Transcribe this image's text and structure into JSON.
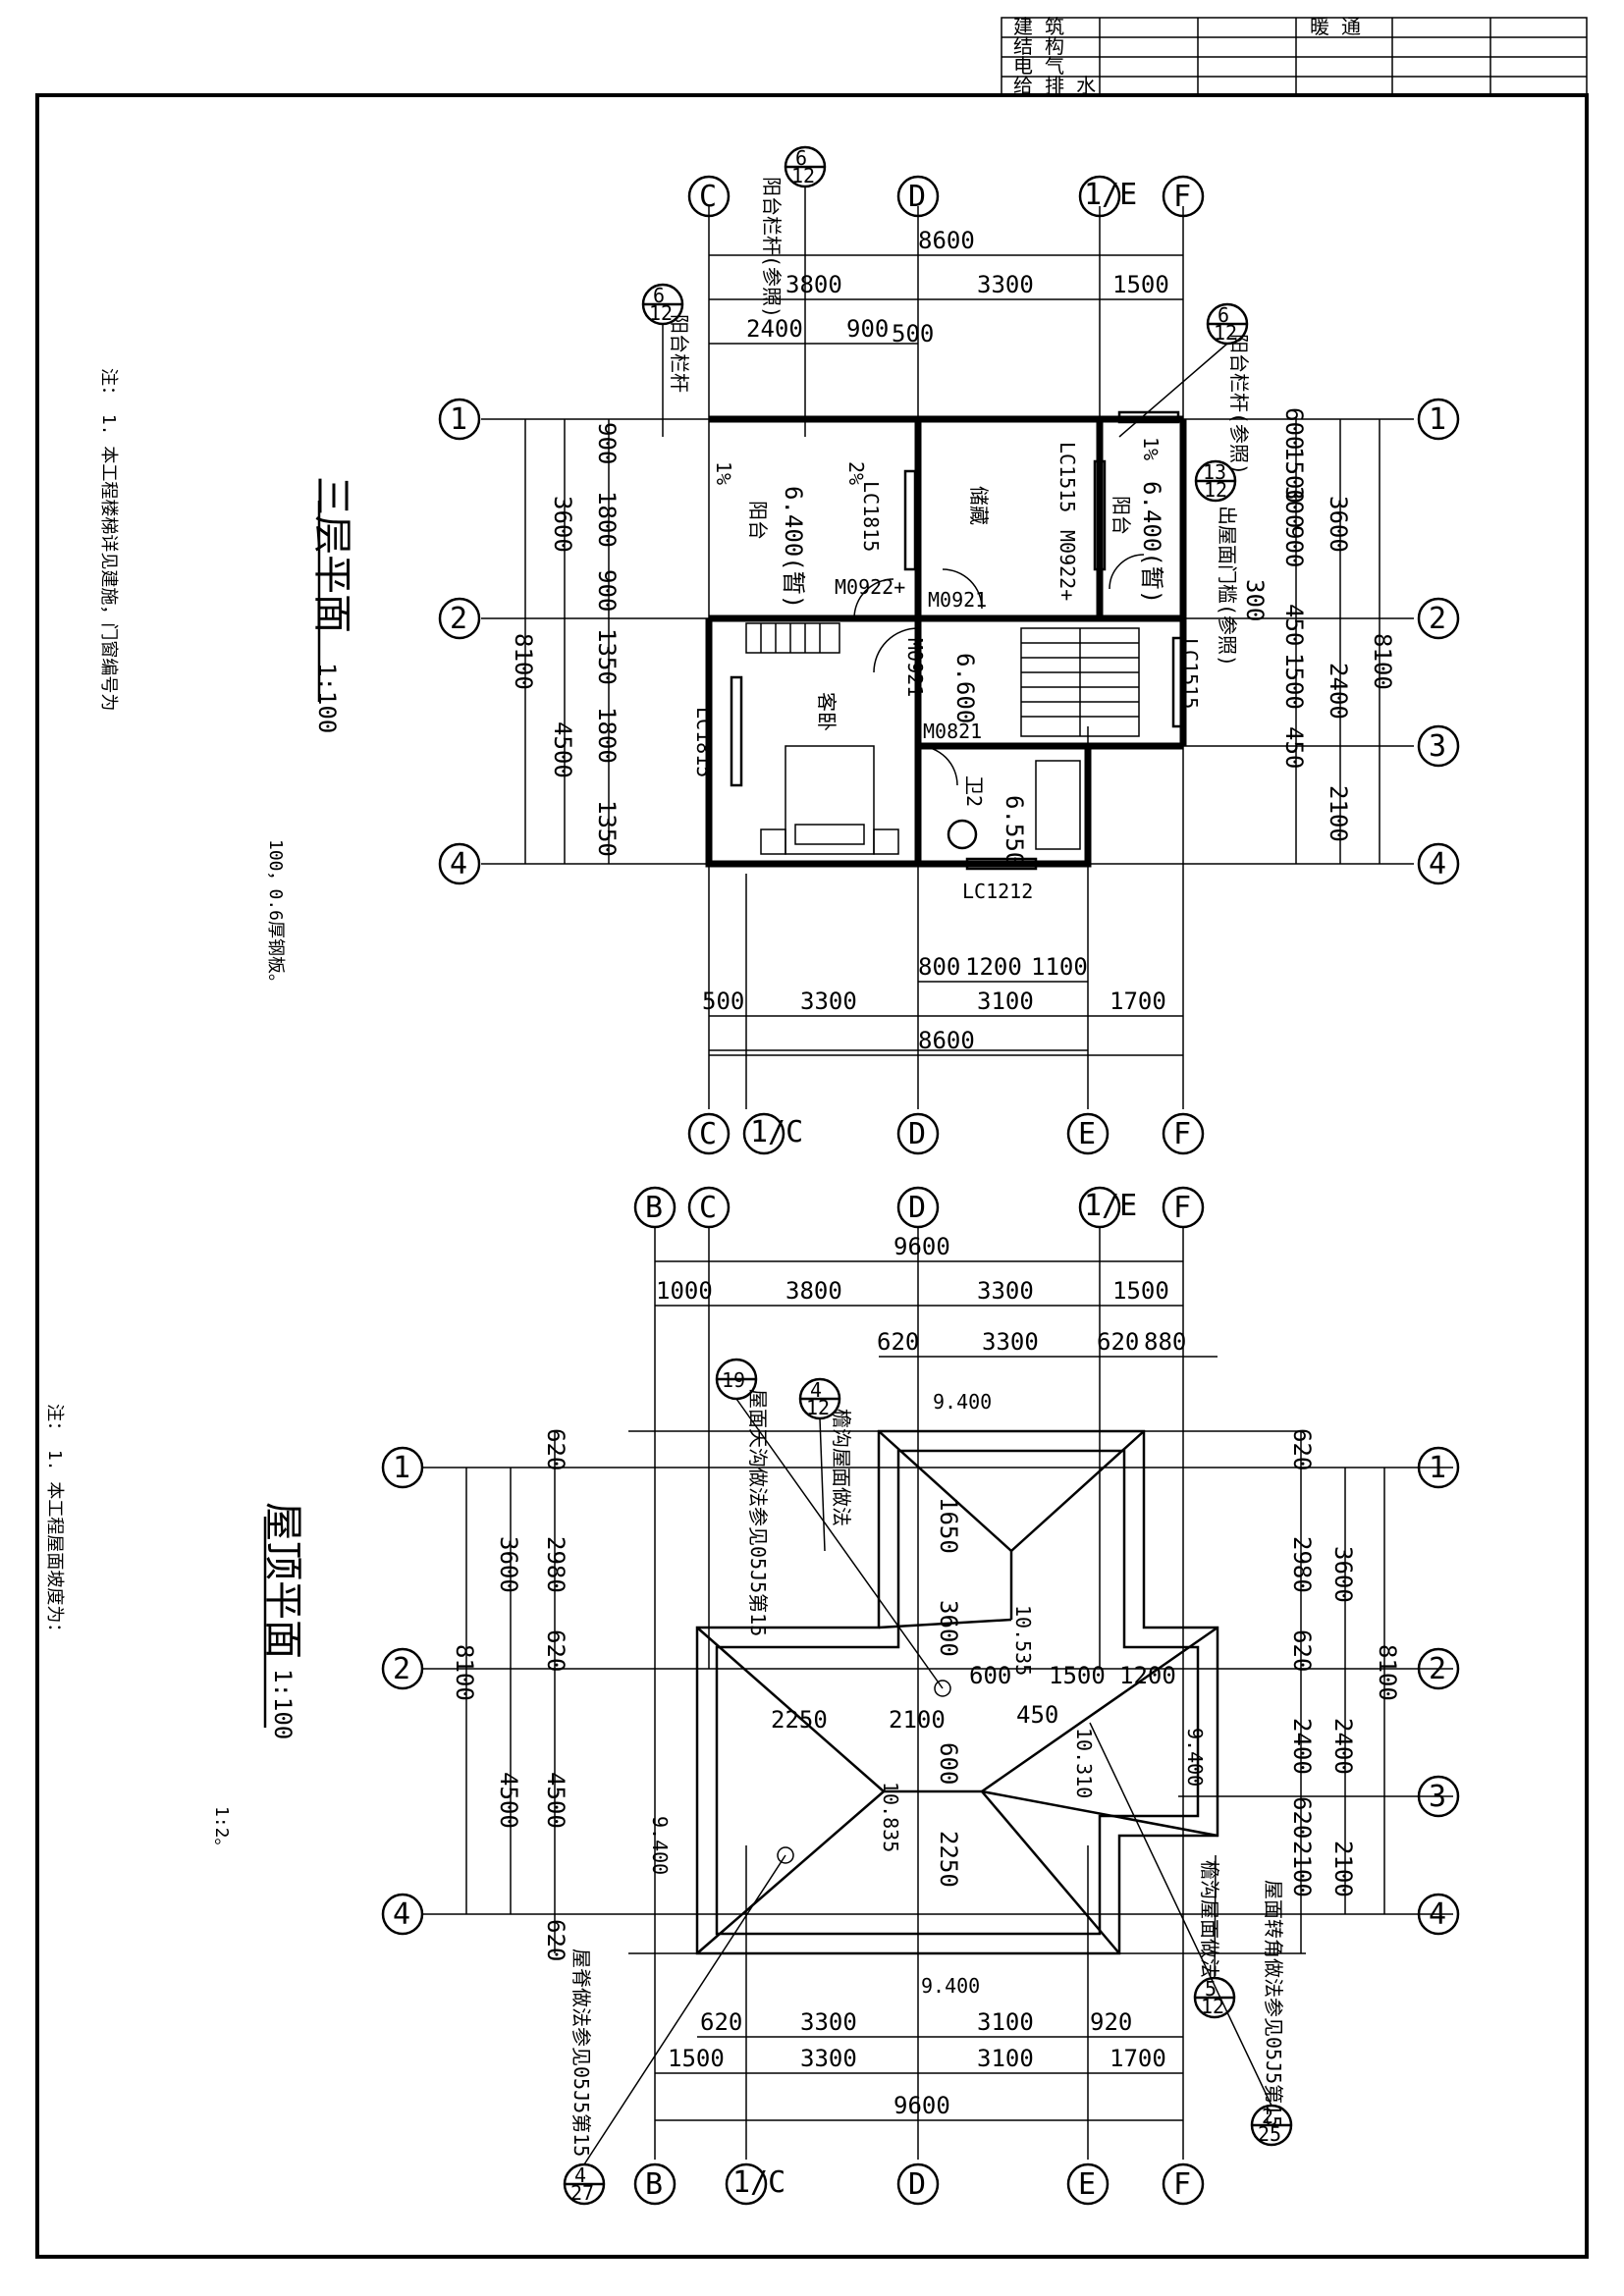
{
  "title_block": {
    "rows": [
      "建 筑",
      "结 构",
      "电 气",
      "给 排 水"
    ],
    "header": "暖 通"
  },
  "third_floor": {
    "title": "三层平面",
    "scale": "1:100",
    "note": "注： 1. 本工程楼梯详见建施，门窗编号为",
    "note_extra": "100，0.6厚钢板。",
    "axes_top": [
      "C",
      "D",
      "1/E",
      "F"
    ],
    "axes_bottom": [
      "C",
      "1/C",
      "D",
      "E",
      "F"
    ],
    "axes_side": [
      "1",
      "2",
      "3",
      "4"
    ],
    "dims_top_total": "8600",
    "dims_top": [
      "3800",
      "3300",
      "1500"
    ],
    "dims_top_sub": [
      "2400",
      "900",
      "500"
    ],
    "dims_bottom_total": "8600",
    "dims_bottom": [
      "500",
      "3300",
      "3100",
      "1700"
    ],
    "dims_bottom_sub": [
      "800",
      "1200",
      "1100"
    ],
    "dims_left_total": "8100",
    "dims_left": [
      "3600",
      "4500"
    ],
    "dims_left_sub": [
      "900",
      "1800",
      "900",
      "1350",
      "1800",
      "1350"
    ],
    "dims_right_total": "8100",
    "dims_right": [
      "3600",
      "2400",
      "2100"
    ],
    "dims_right_sub": [
      "600",
      "1500",
      "300",
      "900",
      "300",
      "450",
      "1500",
      "450"
    ],
    "rooms": [
      "阳台",
      "储藏",
      "阳台",
      "客卧",
      "卫2"
    ],
    "elevations": [
      "6.400(暂)",
      "6.400(暂)",
      "6.600",
      "6.550"
    ],
    "doors_windows": [
      "LC1815",
      "LC1515",
      "M0922+",
      "M0921",
      "M0922+",
      "M0921",
      "LC1515",
      "M0821",
      "LC1815",
      "LC1212"
    ],
    "slopes": [
      "1%",
      "2%",
      "1%"
    ],
    "details": [
      {
        "num": "6",
        "sheet": "12",
        "text": "阳台栏杆(参照)"
      },
      {
        "num": "6",
        "sheet": "12",
        "text": "阳台栏杆"
      },
      {
        "num": "6",
        "sheet": "12",
        "text": "阳台栏杆(参照)"
      },
      {
        "num": "13",
        "sheet": "12",
        "text": "出屋面门槛(参照)"
      }
    ]
  },
  "roof": {
    "title": "屋顶平面",
    "scale": "1:100",
    "note": "注： 1. 本工程屋面坡度为：",
    "note_extra": "1:2。",
    "axes_top": [
      "B",
      "C",
      "D",
      "1/E",
      "F"
    ],
    "axes_bottom": [
      "B",
      "1/C",
      "D",
      "E",
      "F"
    ],
    "axes_side": [
      "1",
      "2",
      "3",
      "4"
    ],
    "dims_top_total": "9600",
    "dims_top": [
      "1000",
      "3800",
      "3300",
      "1500"
    ],
    "dims_top_sub": [
      "620",
      "3300",
      "620",
      "880"
    ],
    "dims_bottom_total": "9600",
    "dims_bottom": [
      "1500",
      "3300",
      "3100",
      "1700"
    ],
    "dims_bottom_sub": [
      "620",
      "3300",
      "3100",
      "920"
    ],
    "dims_left_total": "8100",
    "dims_left": [
      "3600",
      "4500"
    ],
    "dims_left_sub": [
      "620",
      "2980",
      "620",
      "4500",
      "620"
    ],
    "dims_right_total": "8100",
    "dims_right": [
      "3600",
      "2400",
      "2100"
    ],
    "dims_right_sub": [
      "620",
      "2980",
      "620",
      "2400",
      "620",
      "2100"
    ],
    "inner_dims": [
      "1650",
      "3600",
      "600",
      "1500",
      "1200",
      "2250",
      "2100",
      "450",
      "600",
      "2250"
    ],
    "elevations": [
      "9.400",
      "9.400",
      "9.400",
      "9.400",
      "10.535",
      "10.310",
      "10.835"
    ],
    "details": [
      {
        "num": "19",
        "sheet": "",
        "text": "屋面天沟做法参见05J5第15"
      },
      {
        "num": "4",
        "sheet": "12",
        "text": "檐沟屋面做法"
      },
      {
        "num": "5",
        "sheet": "12",
        "text": "檐沟屋面做法"
      },
      {
        "num": "2",
        "sheet": "25",
        "text": "屋面转角做法参见05J5第15"
      },
      {
        "num": "4",
        "sheet": "27",
        "text": "屋脊做法参见05J5第15"
      }
    ]
  }
}
